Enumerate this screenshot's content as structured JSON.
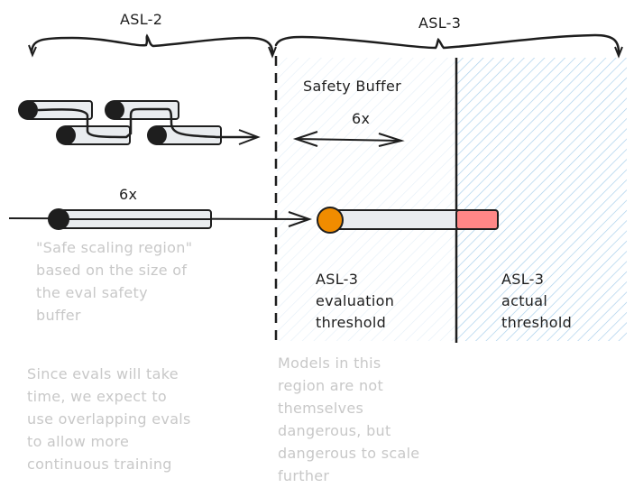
{
  "regions": {
    "asl2": {
      "label": "ASL-2"
    },
    "asl3": {
      "label": "ASL-3"
    }
  },
  "safety_buffer": {
    "title": "Safety Buffer",
    "multiplier": "6x"
  },
  "scaling_line": {
    "multiplier": "6x"
  },
  "thresholds": {
    "evaluation": {
      "line1": "ASL-3",
      "line2": "evaluation",
      "line3": "threshold"
    },
    "actual": {
      "line1": "ASL-3",
      "line2": "actual",
      "line3": "threshold"
    }
  },
  "notes": {
    "safe_scaling": [
      "\"Safe scaling region\"",
      "based on the size of",
      "the eval safety",
      "buffer"
    ],
    "overlapping_evals": [
      "Since evals will take",
      "time, we expect to",
      "use overlapping evals",
      "to allow more",
      "continuous training"
    ],
    "buffer_models": [
      "Models in this",
      "region are not",
      "themselves",
      "dangerous, but",
      "dangerous to scale",
      "further"
    ]
  },
  "colors": {
    "stroke": "#1e1e1e",
    "bar_fill": "#e9ecef",
    "eval_point": "#f08c00",
    "danger_fill": "#ff8787",
    "hatch_light": "#dbe9f5",
    "hatch_strong": "#a5d0ee",
    "muted_text": "#c8c8c8"
  }
}
